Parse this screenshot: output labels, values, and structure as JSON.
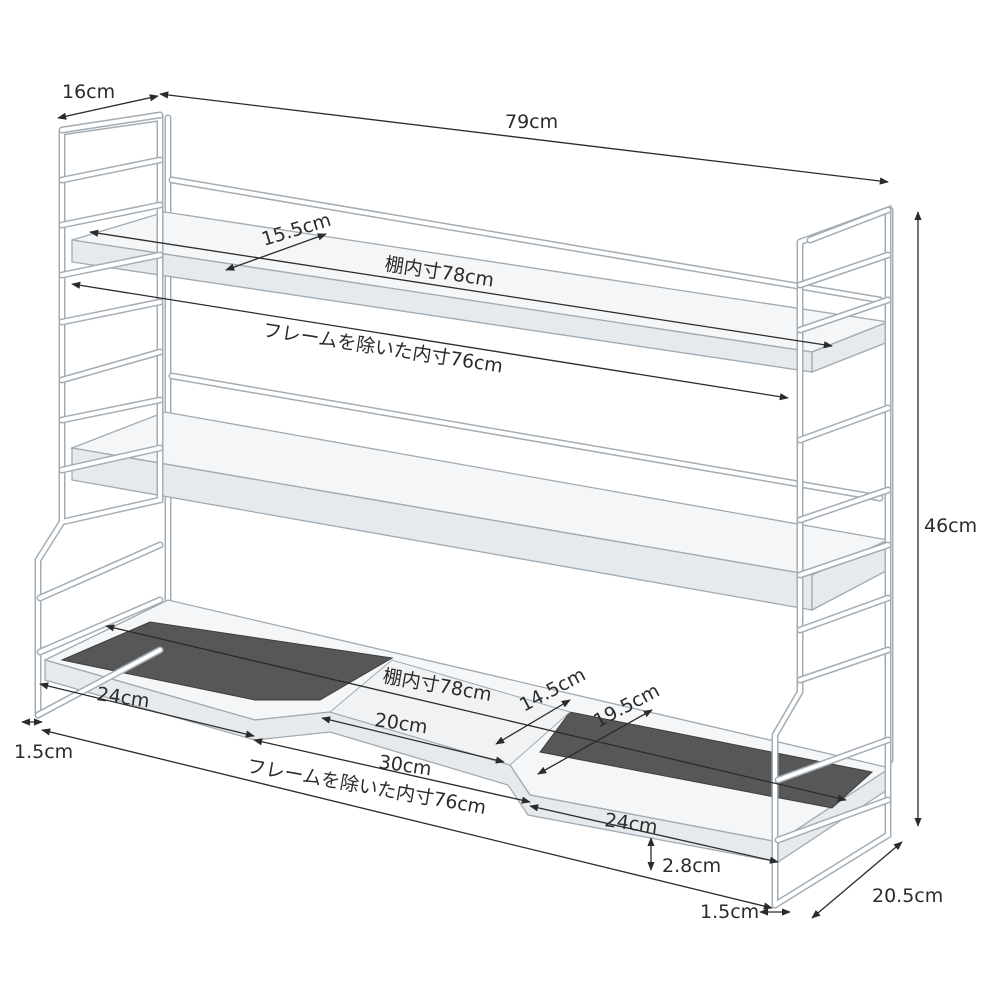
{
  "labels": {
    "depth_top": "16cm",
    "width_total": "79cm",
    "height_total": "46cm",
    "shelf_depth_upper": "15.5cm",
    "shelf_inner_upper": "棚内寸78cm",
    "frame_inner_upper": "フレームを除いた内寸76cm",
    "bottom_left_width": "24cm",
    "left_gap": "1.5cm",
    "shelf_inner_lower": "棚内寸78cm",
    "center_depth": "14.5cm",
    "center_width": "20cm",
    "center_span": "30cm",
    "right_depth": "19.5cm",
    "frame_inner_lower": "フレームを除いた内寸76cm",
    "bottom_right_width": "24cm",
    "lip_height": "2.8cm",
    "right_gap": "1.5cm",
    "depth_bottom": "20.5cm"
  },
  "colors": {
    "frame": "#ffffff",
    "outline": "#9aa4ac",
    "mat": "#575757",
    "dimension_line": "#2b2b2b"
  }
}
